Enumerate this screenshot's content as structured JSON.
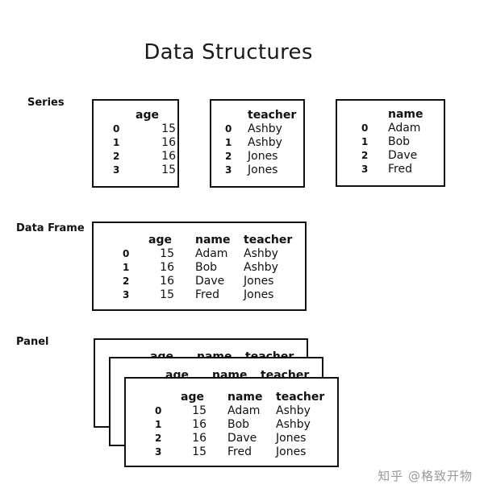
{
  "title": "Data Structures",
  "sections": {
    "series": {
      "label": "Series",
      "boxes": [
        {
          "header": "age",
          "index": [
            "0",
            "1",
            "2",
            "3"
          ],
          "values": [
            "15",
            "16",
            "16",
            "15"
          ]
        },
        {
          "header": "teacher",
          "index": [
            "0",
            "1",
            "2",
            "3"
          ],
          "values": [
            "Ashby",
            "Ashby",
            "Jones",
            "Jones"
          ]
        },
        {
          "header": "name",
          "index": [
            "0",
            "1",
            "2",
            "3"
          ],
          "values": [
            "Adam",
            "Bob",
            "Dave",
            "Fred"
          ]
        }
      ]
    },
    "dataframe": {
      "label": "Data Frame",
      "columns": [
        "age",
        "name",
        "teacher"
      ],
      "index": [
        "0",
        "1",
        "2",
        "3"
      ],
      "rows": [
        [
          "15",
          "Adam",
          "Ashby"
        ],
        [
          "16",
          "Bob",
          "Ashby"
        ],
        [
          "16",
          "Dave",
          "Jones"
        ],
        [
          "15",
          "Fred",
          "Jones"
        ]
      ]
    },
    "panel": {
      "label": "Panel",
      "columns": [
        "age",
        "name",
        "teacher"
      ],
      "index": [
        "0",
        "1",
        "2",
        "3"
      ],
      "rows": [
        [
          "15",
          "Adam",
          "Ashby"
        ],
        [
          "16",
          "Bob",
          "Ashby"
        ],
        [
          "16",
          "Dave",
          "Jones"
        ],
        [
          "15",
          "Fred",
          "Jones"
        ]
      ]
    }
  },
  "watermark": "知乎 @格致开物"
}
